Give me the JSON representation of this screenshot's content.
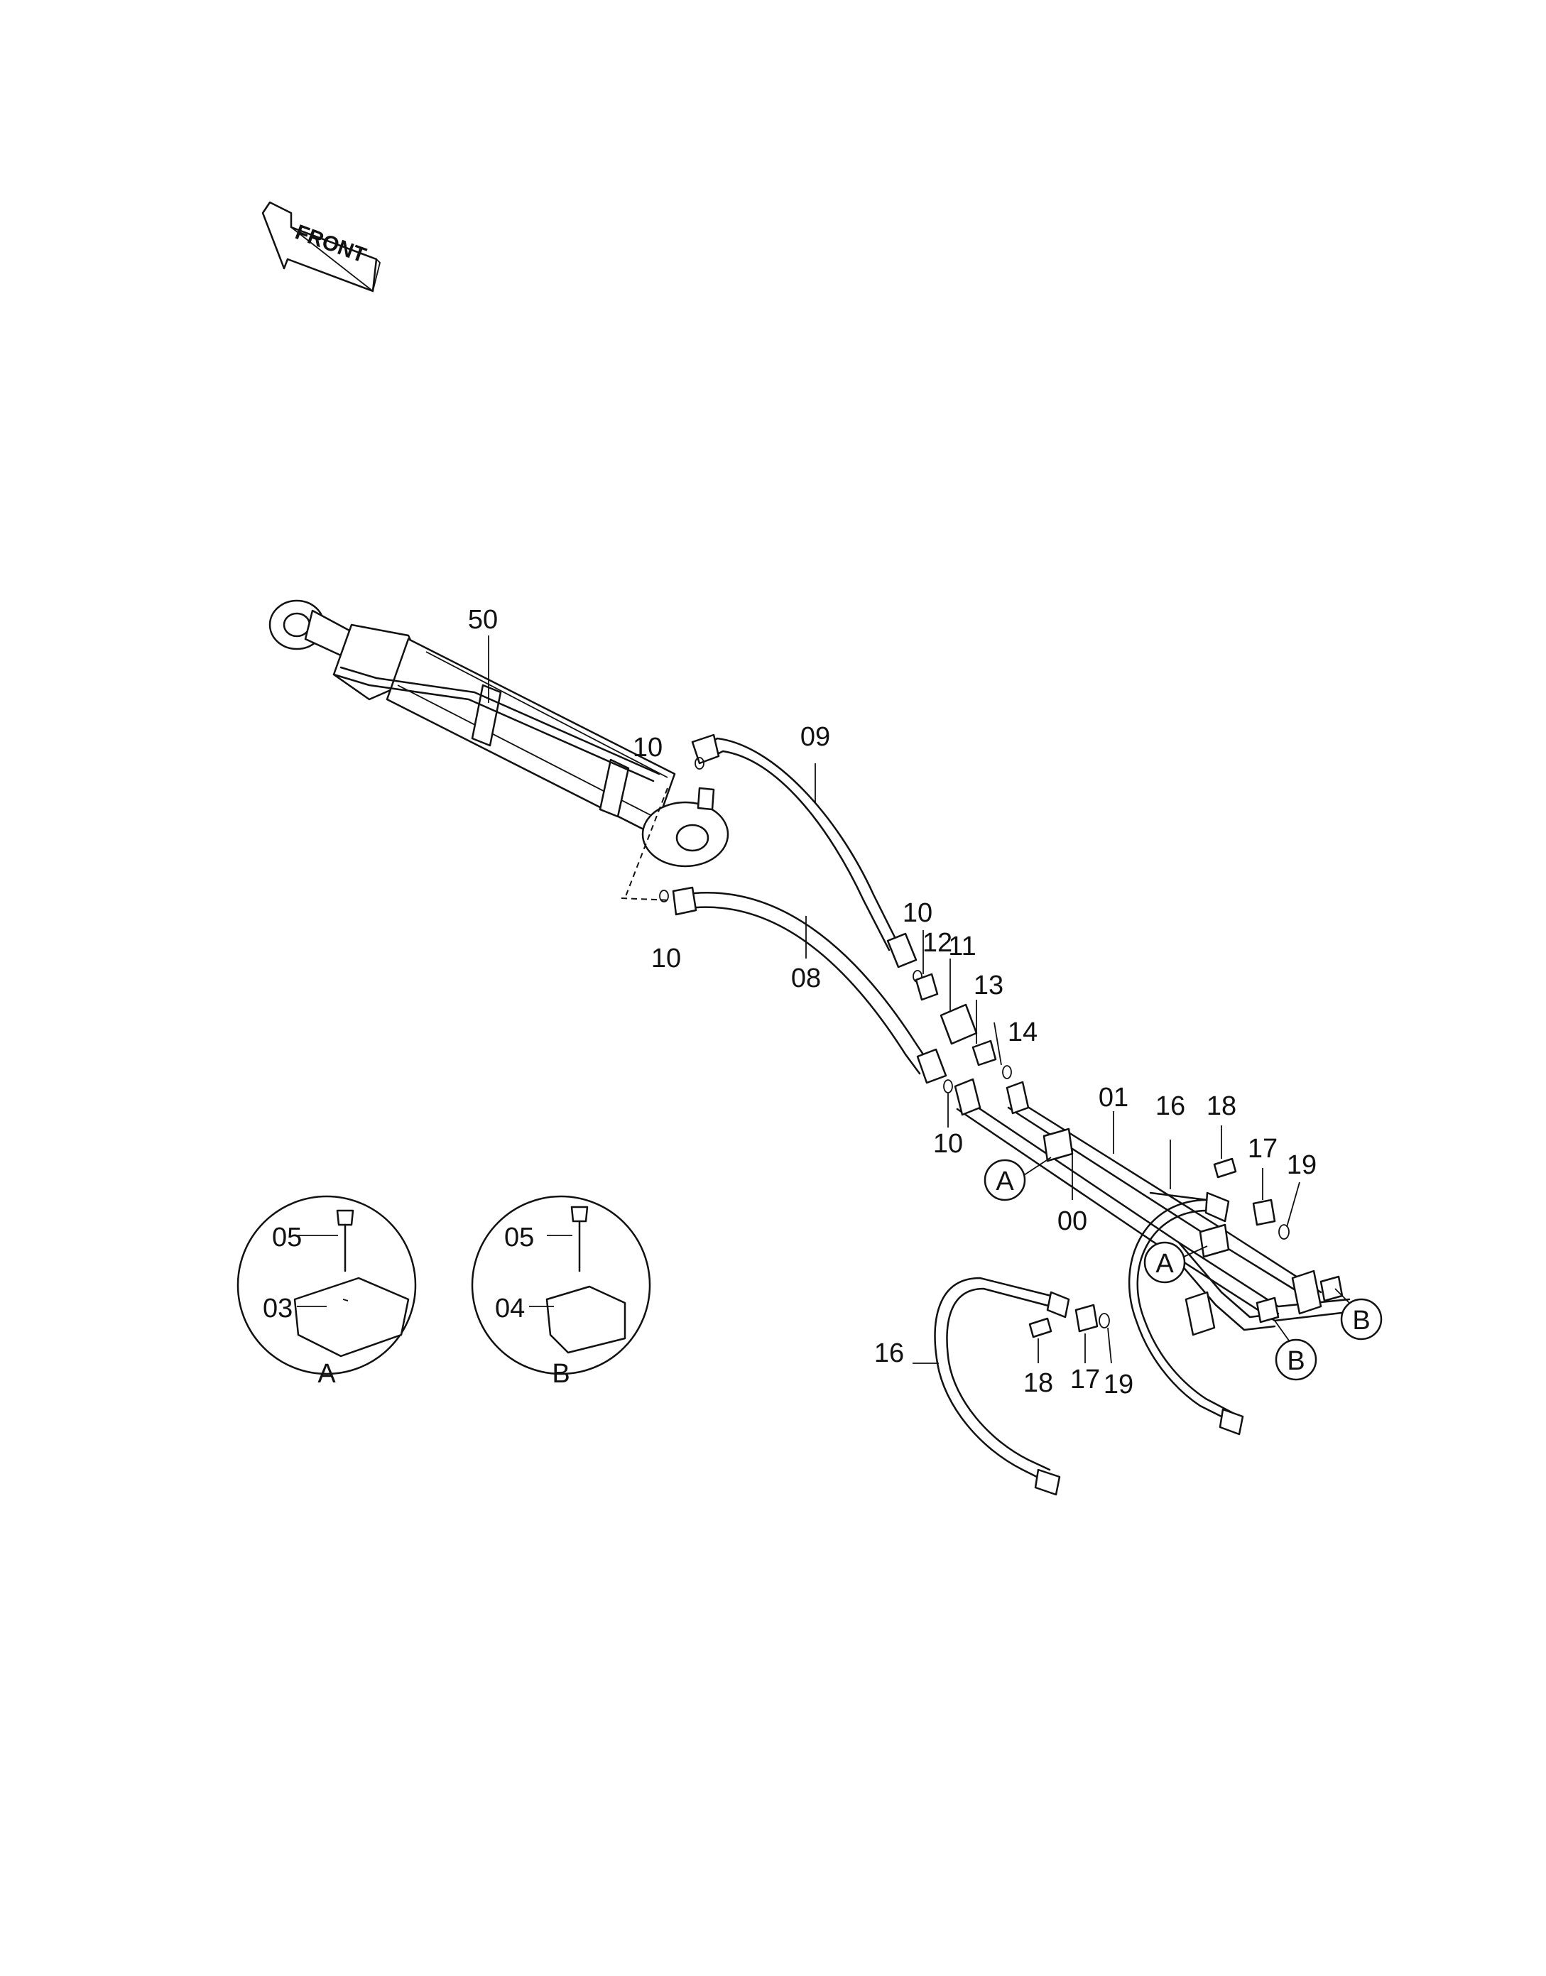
{
  "orientation_label": "FRONT",
  "part_labels": {
    "p50": "50",
    "p09": "09",
    "p10_a": "10",
    "p10_b": "10",
    "p10_c": "10",
    "p10_d": "10",
    "p12": "12",
    "p11": "11",
    "p13": "13",
    "p14": "14",
    "p08": "08",
    "p01": "01",
    "p00": "00",
    "p16_a": "16",
    "p16_b": "16",
    "p18_a": "18",
    "p18_b": "18",
    "p17_a": "17",
    "p17_b": "17",
    "p19_a": "19",
    "p19_b": "19",
    "p05_a": "05",
    "p05_b": "05",
    "p03": "03",
    "p04": "04"
  },
  "callouts": {
    "a1": "A",
    "a2": "A",
    "b1": "B",
    "b2": "B"
  },
  "details": {
    "a_caption": "A",
    "b_caption": "B"
  }
}
